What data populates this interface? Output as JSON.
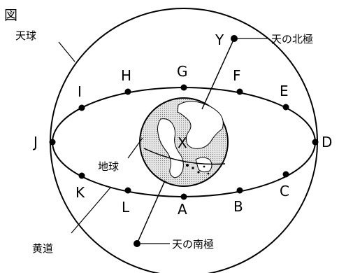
{
  "figure_label": "図",
  "labels": {
    "celestial_sphere": "天球",
    "celestial_north_pole": "天の北極",
    "celestial_south_pole": "天の南極",
    "earth": "地球",
    "ecliptic": "黄道"
  },
  "points": {
    "A": "A",
    "B": "B",
    "C": "C",
    "D": "D",
    "E": "E",
    "F": "F",
    "G": "G",
    "H": "H",
    "I": "I",
    "J": "J",
    "K": "K",
    "L": "L",
    "X": "X",
    "Y": "Y"
  }
}
